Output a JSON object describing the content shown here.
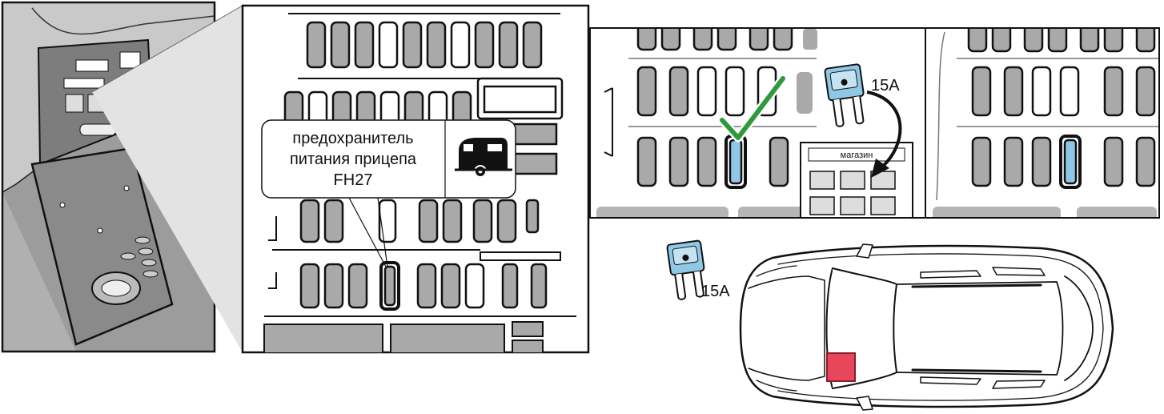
{
  "callout": {
    "line1": "предохранитель",
    "line2": "питания прицепа",
    "line3": "FH27",
    "icon": "trailer-icon"
  },
  "fuse": {
    "rating_top": "15A",
    "rating_car": "15A",
    "color": "#8fc8e6"
  },
  "store": {
    "label": "магазин"
  },
  "colors": {
    "slot_fill": "#a9a9a9",
    "highlight": "#8fc8e6",
    "check": "#2e9a3c",
    "marker": "#e8465a",
    "panel_gray": "#b5b5b5"
  }
}
